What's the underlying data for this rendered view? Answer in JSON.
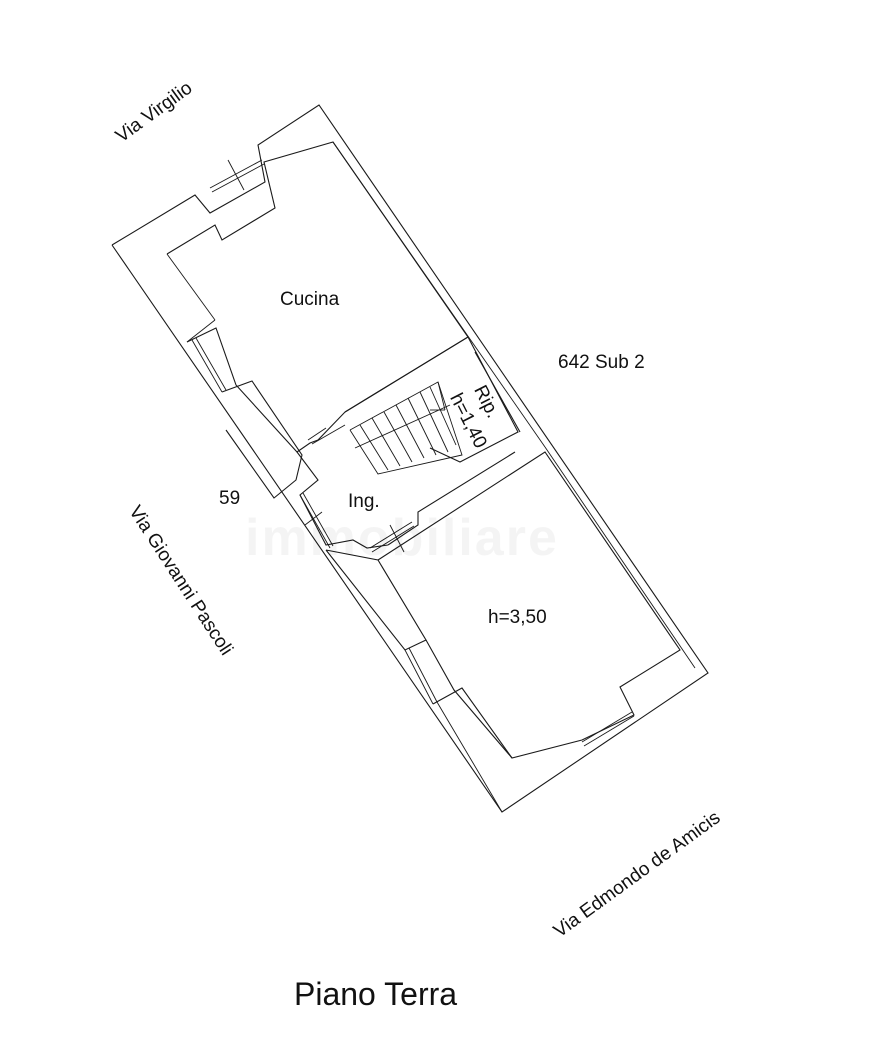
{
  "title": "Piano Terra",
  "watermark": "immobiliare",
  "streets": {
    "north": "Via Virgilio",
    "west": "Via Giovanni Pascoli",
    "south": "Via Edmondo de Amicis"
  },
  "neighbor": "642 Sub 2",
  "civic_number": "59",
  "rooms": [
    {
      "name": "Cucina"
    },
    {
      "name": "Ing."
    },
    {
      "name": "Rip.",
      "height": "h=1,40"
    },
    {
      "name": "",
      "height": "h=3,50"
    }
  ],
  "colors": {
    "lines": "#1a1a1a",
    "background": "#ffffff"
  }
}
